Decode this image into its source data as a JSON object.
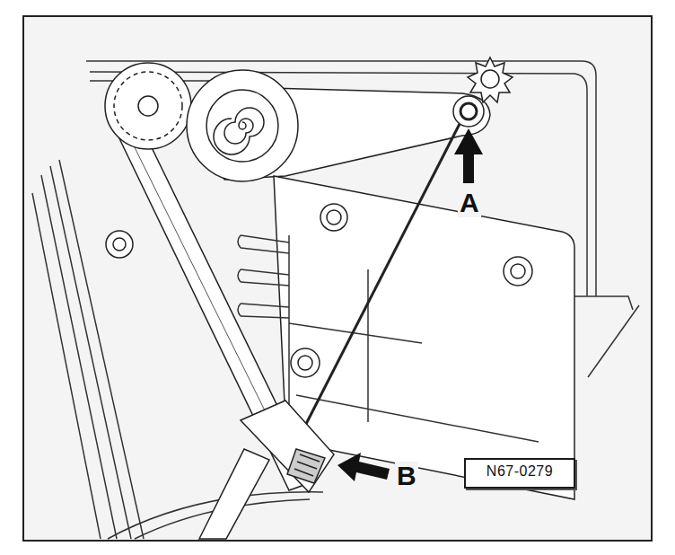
{
  "diagram": {
    "nodes": [
      {
        "text": [
          "N67-0279"
        ]
      }
    ],
    "labels": [
      "A",
      "B"
    ]
  }
}
